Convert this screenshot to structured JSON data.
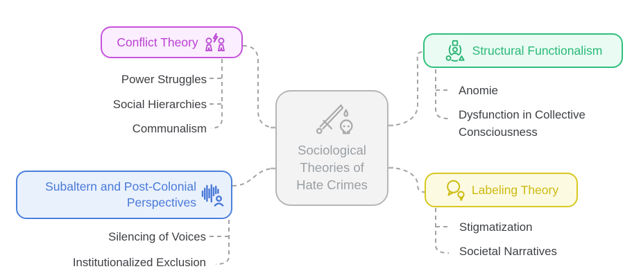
{
  "diagram_type": "mindmap",
  "center": {
    "label": "Sociological\nTheories of\nHate Crimes",
    "icon": "sword-drop-skull-icon",
    "border_color": "#b6b6b6",
    "background_color": "#f3f3f4",
    "text_color": "#9ca0a3"
  },
  "branches": {
    "conflict": {
      "label": "Conflict Theory",
      "icon": "people-conflict-icon",
      "text_color": "#ba41d2",
      "border_color": "#c653dd",
      "background_color": "#fbeefe",
      "items": [
        "Power Struggles",
        "Social Hierarchies",
        "Communalism"
      ]
    },
    "structural": {
      "label": "Structural Functionalism",
      "icon": "person-structure-icon",
      "text_color": "#29b976",
      "border_color": "#2fc07c",
      "background_color": "#e9fbf3",
      "items": [
        "Anomie",
        "Dysfunction in Collective Consciousness"
      ]
    },
    "subaltern": {
      "label": "Subaltern and Post-Colonial Perspectives",
      "icon": "voice-waveform-person-icon",
      "text_color": "#4a7ad7",
      "border_color": "#4b80db",
      "background_color": "#e9f1fd",
      "items": [
        "Silencing of Voices",
        "Institutionalized Exclusion"
      ]
    },
    "labeling": {
      "label": "Labeling Theory",
      "icon": "speech-bubbles-icon",
      "text_color": "#ccba12",
      "border_color": "#d8c81f",
      "background_color": "#fdfae2",
      "items": [
        "Stigmatization",
        "Societal Narratives"
      ]
    }
  },
  "connector_color": "#a2a2a2",
  "leaf_text_color": "#3d3f43"
}
